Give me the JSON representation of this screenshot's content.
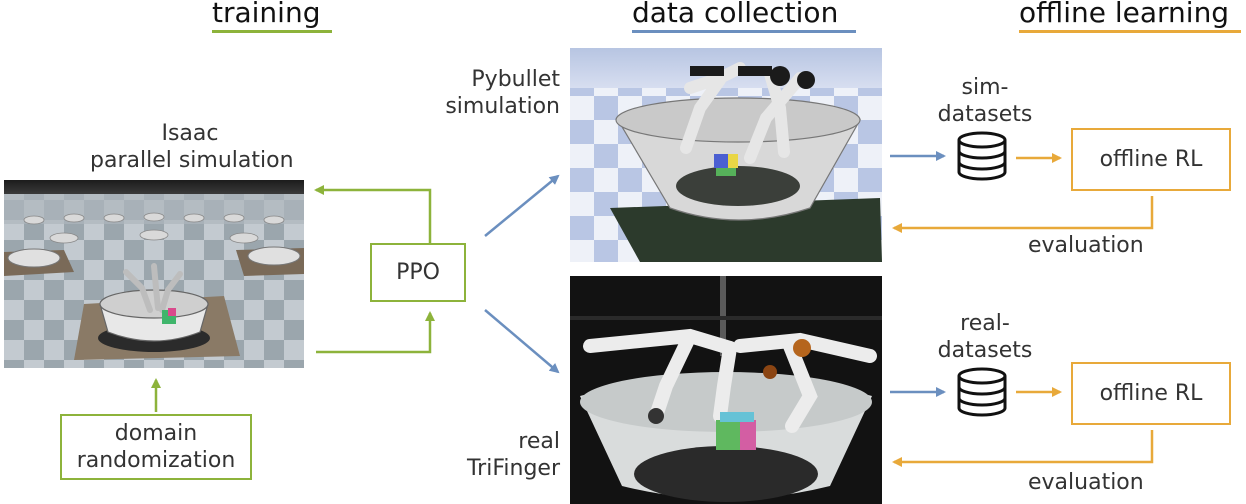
{
  "sections": {
    "training": "training",
    "data_collection": "data collection",
    "offline_learning": "offline learning"
  },
  "labels": {
    "isaac_line1": "Isaac",
    "isaac_line2": "parallel simulation",
    "pybullet_line1": "Pybullet",
    "pybullet_line2": "simulation",
    "real_line1": "real",
    "real_line2": "TriFinger",
    "sim_datasets_line1": "sim-",
    "sim_datasets_line2": "datasets",
    "real_datasets_line1": "real-",
    "real_datasets_line2": "datasets",
    "evaluation_top": "evaluation",
    "evaluation_bottom": "evaluation"
  },
  "boxes": {
    "ppo": "PPO",
    "domain_line1": "domain",
    "domain_line2": "randomization",
    "offline_rl_top": "offline RL",
    "offline_rl_bottom": "offline RL"
  },
  "colors": {
    "green": "#8db33b",
    "blue": "#6b8fbf",
    "orange": "#e8a93a"
  }
}
